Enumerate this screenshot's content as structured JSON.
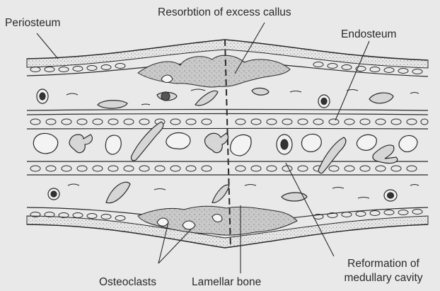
{
  "labels": {
    "periosteum": "Periosteum",
    "resorption": "Resorbtion of excess callus",
    "endosteum": "Endosteum",
    "osteoclasts": "Osteoclasts",
    "lamellar_bone": "Lamellar bone",
    "reformation_line1": "Reformation of",
    "reformation_line2": "medullary cavity"
  },
  "colors": {
    "background": "#e9e9e9",
    "ink": "#2a2a2a",
    "stipple": "#9a9a9a",
    "callus_fill": "#c8c8c8"
  }
}
